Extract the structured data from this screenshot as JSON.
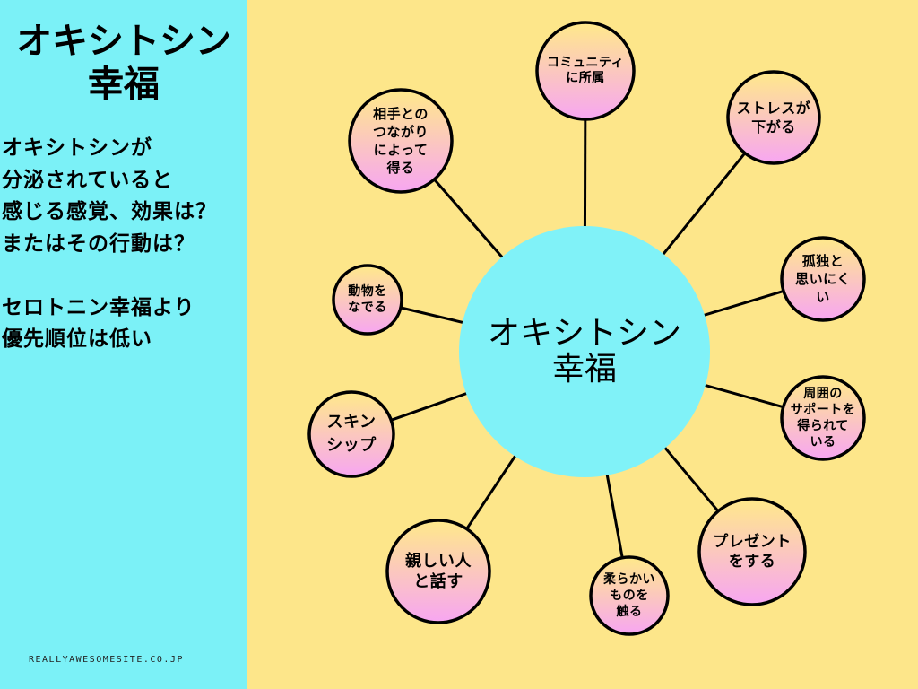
{
  "colors": {
    "left_panel": "#7bf1f7",
    "background": "#fde68a",
    "center_fill": "#80f2f8",
    "node_gradient_top": "#ffe98a",
    "node_gradient_bottom": "#f7a6f2",
    "outline": "#000000"
  },
  "left_panel": {
    "title": [
      "オキシトシン",
      "幸福"
    ],
    "body_lines": [
      "オキシトシンが",
      "分泌されていると",
      "感じる感覚、効果は？",
      "またはその行動は？",
      "",
      "セロトニン幸福より",
      "優先順位は低い"
    ],
    "footer": "REALLYAWESOMESITE.CO.JP"
  },
  "diagram": {
    "center": [
      "オキシトシン",
      "幸福"
    ],
    "nodes": [
      {
        "id": "community",
        "lines": [
          "コミュニティ",
          "に所属"
        ]
      },
      {
        "id": "stress",
        "lines": [
          "ストレスが",
          "下がる"
        ]
      },
      {
        "id": "kodoku",
        "lines": [
          "孤独と",
          "思いにく",
          "い"
        ]
      },
      {
        "id": "support",
        "lines": [
          "周囲の",
          "サポートを",
          "得られて",
          "いる"
        ]
      },
      {
        "id": "present",
        "lines": [
          "プレゼント",
          "をする"
        ]
      },
      {
        "id": "soft",
        "lines": [
          "柔らかい",
          "ものを",
          "触る"
        ]
      },
      {
        "id": "talk",
        "lines": [
          "親しい人",
          "と話す"
        ]
      },
      {
        "id": "skinship",
        "lines": [
          "スキン",
          "シップ"
        ]
      },
      {
        "id": "animal",
        "lines": [
          "動物を",
          "なでる"
        ]
      },
      {
        "id": "connection",
        "lines": [
          "相手との",
          "つながり",
          "によって",
          "得る"
        ]
      }
    ]
  }
}
